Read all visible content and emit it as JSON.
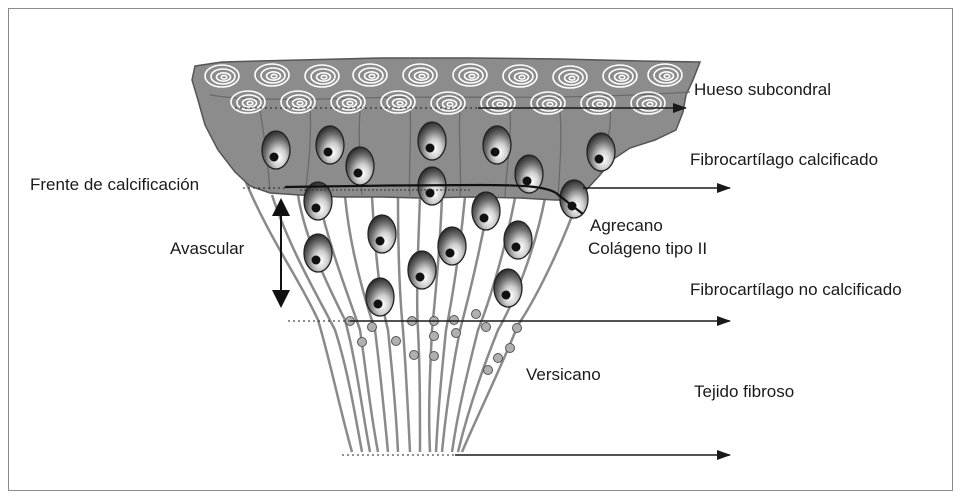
{
  "labels": {
    "hueso_subcondral": "Hueso subcondral",
    "fibrocartilago_calcificado": "Fibrocartílago calcificado",
    "frente_calcificacion": "Frente de calcificación",
    "avascular": "Avascular",
    "agrecano": "Agrecano",
    "colageno": "Colágeno tipo II",
    "fibrocartilago_no_calcificado": "Fibrocartílago no calcificado",
    "versicano": "Versicano",
    "tejido_fibroso": "Tejido fibroso"
  },
  "colors": {
    "bone_fill": "#8c8c8c",
    "fiber": "#8a8a8a",
    "dot": "#b0b0b0",
    "ink": "#1a1a1a"
  },
  "icons": [
    "arrow-right-icon",
    "double-arrow-icon",
    "spiral-icon",
    "chondrocyte-icon"
  ]
}
